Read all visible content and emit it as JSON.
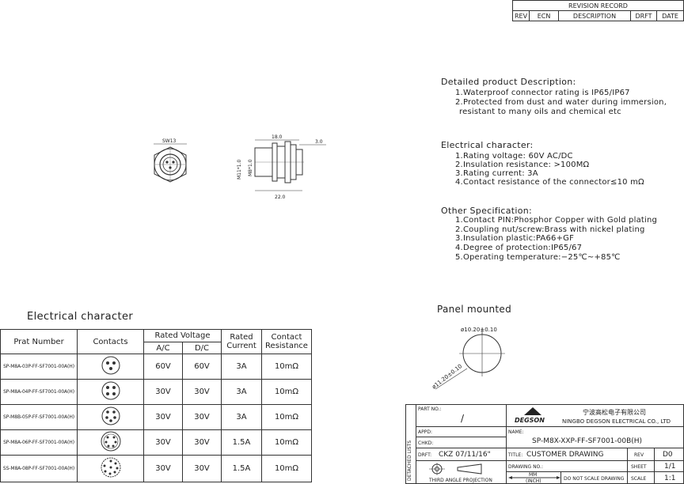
{
  "revision": {
    "title": "REVISION RECORD",
    "headers": [
      "REV",
      "ECN",
      "DESCRIPTION",
      "DRFT",
      "DATE"
    ]
  },
  "description": {
    "title": "Detailed product Description:",
    "lines": [
      "1.Waterproof connector rating is IP65/IP67",
      "2.Protected from dust and water during immersion,",
      "resistant to many oils and chemical etc"
    ]
  },
  "electrical_spec": {
    "title": "Electrical character:",
    "lines": [
      "1.Rating voltage: 60V   AC/DC",
      "2.Insulation resistance: >100MΩ",
      "3.Rating current: 3A",
      "4.Contact resistance of the connector≤10 mΩ"
    ]
  },
  "other_spec": {
    "title": "Other Specification:",
    "lines": [
      "1.Contact PIN:Phosphor Copper with Gold plating",
      "2.Coupling nut/screw:Brass with nickel plating",
      "3.Insulation plastic:PA66+GF",
      "4.Degree of protection:IP65/67",
      "5.Operating temperature:−25℃~+85℃"
    ]
  },
  "panel": {
    "title": "Panel mounted",
    "dim_inner": "ø10.20±0.10",
    "dim_outer": "ø11.20±0.10"
  },
  "drawing": {
    "sw": "SW13",
    "dim_top": "18.0",
    "dim_right": "3.0",
    "dim_bottom": "22.0",
    "thread_outer": "M11*1.0",
    "thread_inner": "M8*1.0"
  },
  "electrical_table": {
    "title": "Electrical character",
    "headers": {
      "part_number": "Prat Number",
      "contacts": "Contacts",
      "rated_voltage": "Rated Voltage",
      "ac": "A/C",
      "dc": "D/C",
      "rated_current": "Rated Current",
      "contact_resistance": "Contact Resistance"
    },
    "rows": [
      {
        "part": "SP-M8A-03P-FF-SF7001-00A(H)",
        "ac": "60V",
        "dc": "60V",
        "current": "3A",
        "resistance": "10mΩ"
      },
      {
        "part": "SP-M8A-04P-FF-SF7001-00A(H)",
        "ac": "30V",
        "dc": "30V",
        "current": "3A",
        "resistance": "10mΩ"
      },
      {
        "part": "SP-M8B-05P-FF-SF7001-00A(H)",
        "ac": "30V",
        "dc": "30V",
        "current": "3A",
        "resistance": "10mΩ"
      },
      {
        "part": "SP-M8A-06P-FF-SF7001-00A(H)",
        "ac": "30V",
        "dc": "30V",
        "current": "1.5A",
        "resistance": "10mΩ"
      },
      {
        "part": "SS-M8A-08P-FF-SF7001-00A(H)",
        "ac": "30V",
        "dc": "30V",
        "current": "1.5A",
        "resistance": "10mΩ"
      }
    ]
  },
  "title_block": {
    "side_label": "DETACHED LISTS",
    "part_no_label": "PART NO.:",
    "part_no_value": "/",
    "logo": "DEGSON",
    "company_cn": "宁波高松电子有限公司",
    "company_en": "NINGBO DEGSON ELECTRICAL CO., LTD",
    "appd_label": "APPD:",
    "chkd_label": "CHKD:",
    "name_label": "NAME:",
    "name_value": "SP-M8X-XXP-FF-SF7001-00B(H)",
    "drft_label": "DRFT:",
    "drft_value": "CKZ 07/11/16\"",
    "title_label": "TITLE:",
    "title_value": "CUSTOMER DRAWING",
    "rev_label": "REV",
    "rev_value": "D0",
    "drawing_no_label": "DRAWING NO.:",
    "sheet_label": "SHEET",
    "sheet_value": "1/1",
    "scale_label": "SCALE",
    "scale_value": "1:1",
    "projection_label": "THIRD ANGLE PROJECTION",
    "mm": "MM",
    "inch": "(INCH)",
    "no_scale": "DO NOT SCALE DRAWING"
  }
}
